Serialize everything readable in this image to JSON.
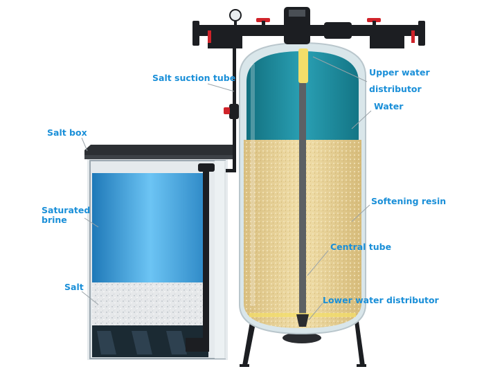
{
  "labels": {
    "salt_suction_tube": "Salt suction tube",
    "upper_water_distributor": "Upper water\ndistributor",
    "water": "Water",
    "salt_box": "Salt box",
    "saturated_brine": "Saturated\nbrine",
    "softening_resin": "Softening resin",
    "central_tube": "Central tube",
    "salt": "Salt",
    "lower_water_distributor": "Lower water distributor"
  },
  "colors": {
    "label_text": "#1a8fd8",
    "water": "#1f8fa8",
    "resin": "#e9d39a",
    "brine": "#3aa7e6",
    "salt": "#e4e7ea",
    "pipe": "#1c1e22",
    "valve_red": "#d0232a",
    "distributor_yellow": "#f3de6a"
  }
}
